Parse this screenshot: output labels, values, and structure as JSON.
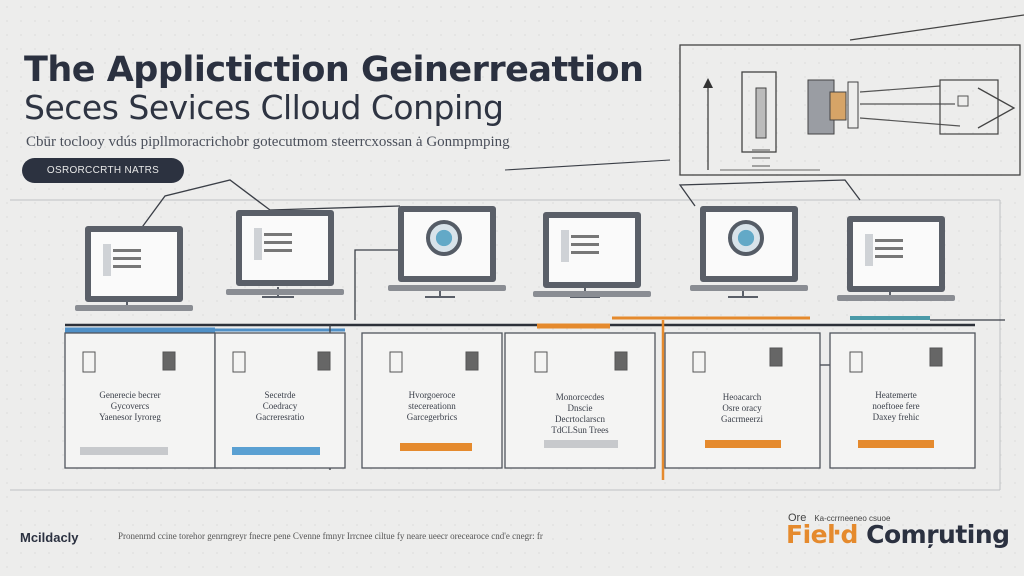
{
  "header": {
    "title_line1": "The Applictiction Geinerreattion",
    "title_line2": "Seces Sevices Clloud Conping",
    "subtitle": "Cbūr toclooy vdús pipllmoracrichobr gotecutmom steerrcxossan  ȧ Gonmpmping",
    "pill_label": "OSRORCCRTH NATRS"
  },
  "cards": [
    {
      "text": "Generecie becrer\nGycovercs\nYaenesor Iyroreg",
      "accent": "#c7c9cc",
      "screen": "document"
    },
    {
      "text": "Secetrde\nCoedracy\nGacreresratio",
      "accent": "#5aa0d2",
      "screen": "document"
    },
    {
      "text": "Hvorgoeroce\nstecereationn\nGarcegerbrics",
      "accent": "#e58a2d",
      "screen": "gear"
    },
    {
      "text": "Monorcecdes\nDnscie\nDecrtoclarscn\nTdCLSun Trees",
      "accent": "#c7c9cc",
      "screen": "document"
    },
    {
      "text": "Heoacarch\nOsre oracy\nGacrmeerzi",
      "accent": "#e58a2d",
      "screen": "gear"
    },
    {
      "text": "Heatemerte\nnoeftoee fere\nDaxey frehic",
      "accent": "#e58a2d",
      "screen": "document"
    }
  ],
  "footer": {
    "left_label": "Mcildacly",
    "caption": "Pronenrnd ccine torehor genrngreyr fnecre pene Cvenne fmnyr Irrcnee ciltue fy neare ueecr orecearoce cnd'e cnegr: fr",
    "brand_small_prefix": "Ore",
    "brand_small_text": "Ka-ccrrneeneo csuoe",
    "brand_name_accent": "Fieŀd",
    "brand_name_rest": " Comŗuting"
  },
  "colors": {
    "background": "#ededec",
    "ink": "#2b3140",
    "accent_orange": "#e58a2d",
    "accent_blue": "#5aa0d2"
  }
}
